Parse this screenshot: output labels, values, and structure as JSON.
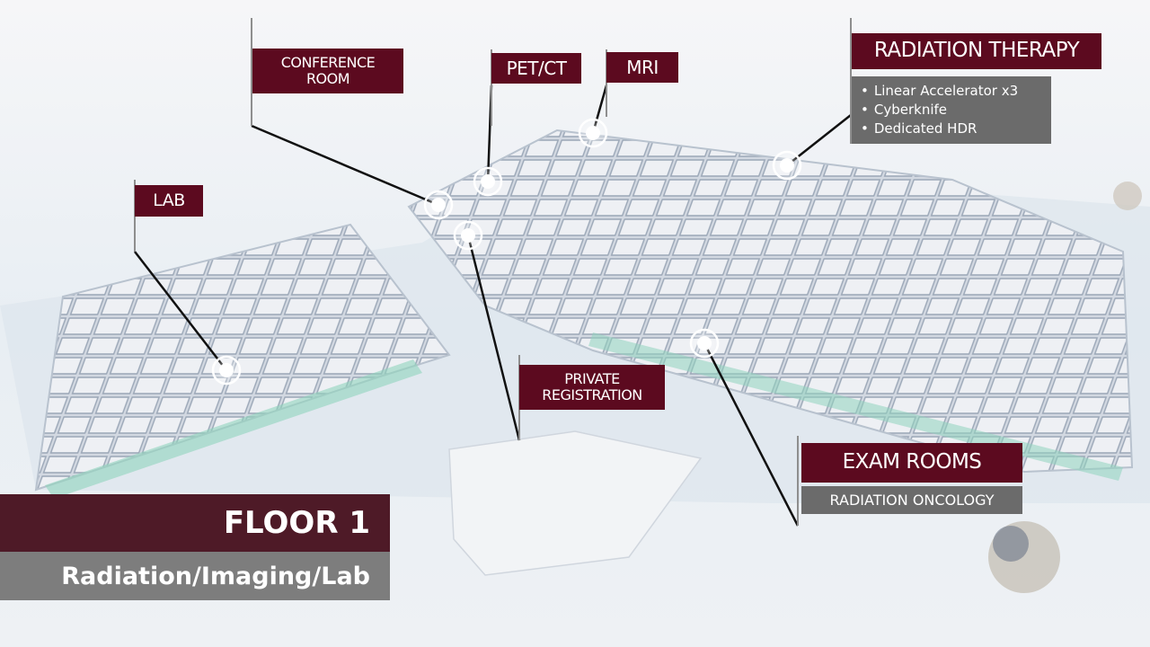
{
  "colors": {
    "label_bg": "#5c0a1f",
    "sublabel_bg": "#6b6b6b",
    "floor_title_bg": "#4e1a27",
    "floor_sub_bg": "#7d7d7d",
    "glass_accent": "#7fc8b0"
  },
  "floor": {
    "title": "FLOOR 1",
    "subtitle": "Radiation/Imaging/Lab"
  },
  "labels": {
    "conference_room": "CONFERENCE ROOM",
    "pet_ct": "PET/CT",
    "mri": "MRI",
    "radiation_therapy": {
      "title": "RADIATION THERAPY",
      "items": [
        "Linear Accelerator x3",
        "Cyberknife",
        "Dedicated HDR"
      ]
    },
    "lab": "LAB",
    "private_registration": "PRIVATE REGISTRATION",
    "exam_rooms": {
      "title": "EXAM ROOMS",
      "subtitle": "RADIATION ONCOLOGY"
    }
  },
  "markers": [
    {
      "name": "conference-room-marker"
    },
    {
      "name": "pet-ct-marker"
    },
    {
      "name": "mri-marker"
    },
    {
      "name": "radiation-therapy-marker"
    },
    {
      "name": "lab-marker"
    },
    {
      "name": "private-registration-marker"
    },
    {
      "name": "exam-rooms-marker"
    }
  ]
}
